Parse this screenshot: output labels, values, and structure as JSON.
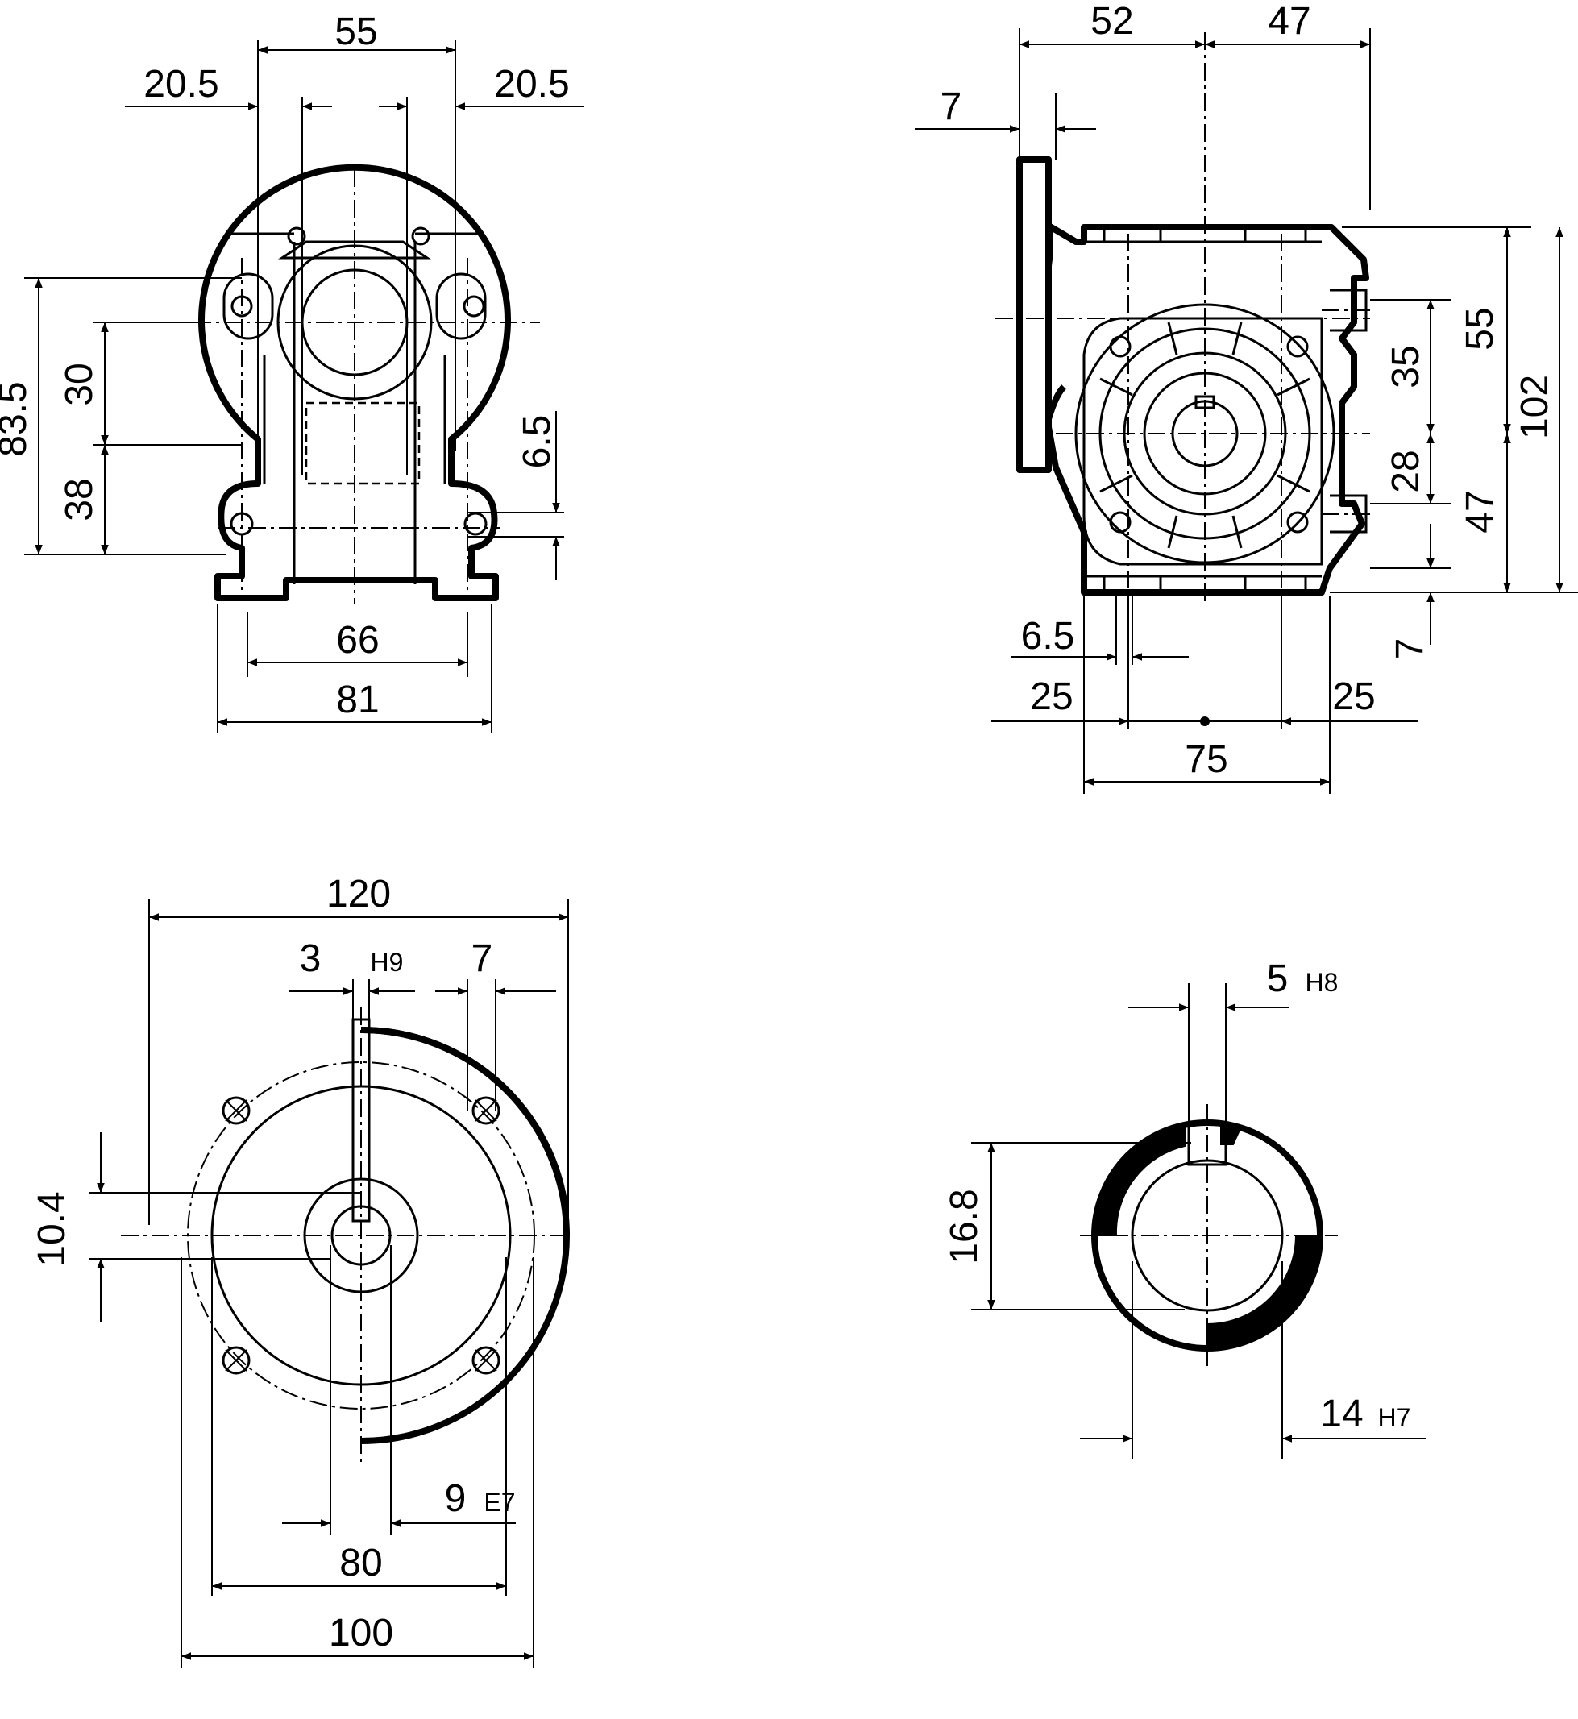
{
  "views": {
    "front": {
      "dims": [
        "55",
        "20.5",
        "20.5",
        "83.5",
        "30",
        "38",
        "6.5",
        "66",
        "81"
      ]
    },
    "side": {
      "dims": [
        "52",
        "47",
        "7",
        "55",
        "102",
        "35",
        "28",
        "47",
        "7",
        "6.5",
        "25",
        "25",
        "75"
      ]
    },
    "flange": {
      "dims": [
        "120",
        "3",
        "7",
        "10.4",
        "9",
        "80",
        "100"
      ],
      "tol_key_width": "H9",
      "tol_bore": "E7"
    },
    "bore": {
      "dims": [
        "5",
        "16.8",
        "14"
      ],
      "tol_key_width": "H8",
      "tol_bore": "H7"
    }
  }
}
